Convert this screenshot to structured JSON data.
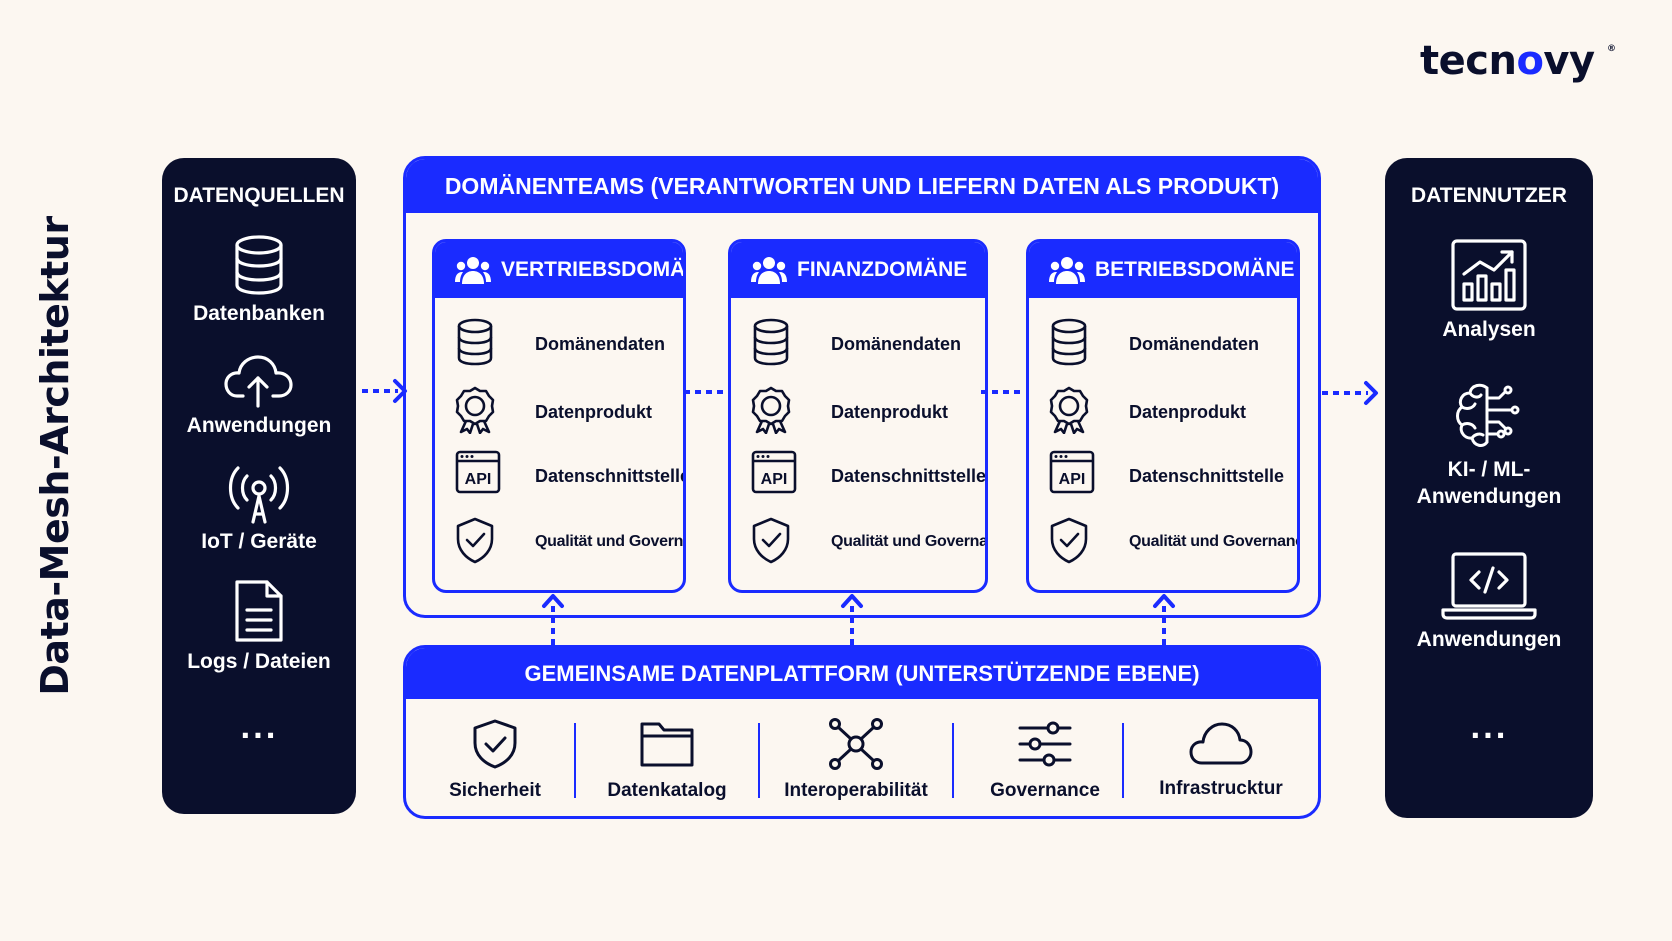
{
  "page_title": "Data-Mesh-Architektur",
  "logo": {
    "text_before": "tecn",
    "text_o": "o",
    "text_after": "vy",
    "registered": "®"
  },
  "colors": {
    "accent": "#1a2bff",
    "dark": "#0a0f2c",
    "background": "#fcf7f1"
  },
  "sources": {
    "title": "DATENQUELLEN",
    "items": [
      {
        "label": "Datenbanken",
        "icon": "database-icon"
      },
      {
        "label": "Anwendungen",
        "icon": "cloud-upload-icon"
      },
      {
        "label": "IoT / Geräte",
        "icon": "antenna-icon"
      },
      {
        "label": "Logs / Dateien",
        "icon": "document-icon"
      }
    ],
    "more": "..."
  },
  "consumers": {
    "title": "DATENNUTZER",
    "items": [
      {
        "label": "Analysen",
        "icon": "analytics-chart-icon"
      },
      {
        "label_line1": "KI- / ML-",
        "label_line2": "Anwendungen",
        "icon": "brain-circuit-icon"
      },
      {
        "label": "Anwendungen",
        "icon": "laptop-code-icon"
      }
    ],
    "more": "..."
  },
  "domain_teams": {
    "title": "DOMÄNENTEAMS (VERANTWORTEN UND LIEFERN DATEN ALS PRODUKT)",
    "domains": [
      {
        "title": "VERTRIEBSDOMÄNE",
        "rows": [
          "Domänendaten",
          "Datenprodukt",
          "Datenschnittstelle",
          "Qualität und Governance"
        ]
      },
      {
        "title": "FINANZDOMÄNE",
        "rows": [
          "Domänendaten",
          "Datenprodukt",
          "Datenschnittstelle",
          "Qualität und Governance"
        ]
      },
      {
        "title": "BETRIEBSDOMÄNE",
        "rows": [
          "Domänendaten",
          "Datenprodukt",
          "Datenschnittstelle",
          "Qualität und Governance"
        ]
      }
    ],
    "api_badge": "API"
  },
  "platform": {
    "title": "GEMEINSAME DATENPLATTFORM (UNTERSTÜTZENDE EBENE)",
    "items": [
      {
        "label": "Sicherheit",
        "icon": "shield-check-icon"
      },
      {
        "label": "Datenkatalog",
        "icon": "folder-icon"
      },
      {
        "label": "Interoperabilität",
        "icon": "network-nodes-icon"
      },
      {
        "label": "Governance",
        "icon": "sliders-icon"
      },
      {
        "label": "Infrastrucktur",
        "icon": "cloud-icon"
      }
    ]
  }
}
